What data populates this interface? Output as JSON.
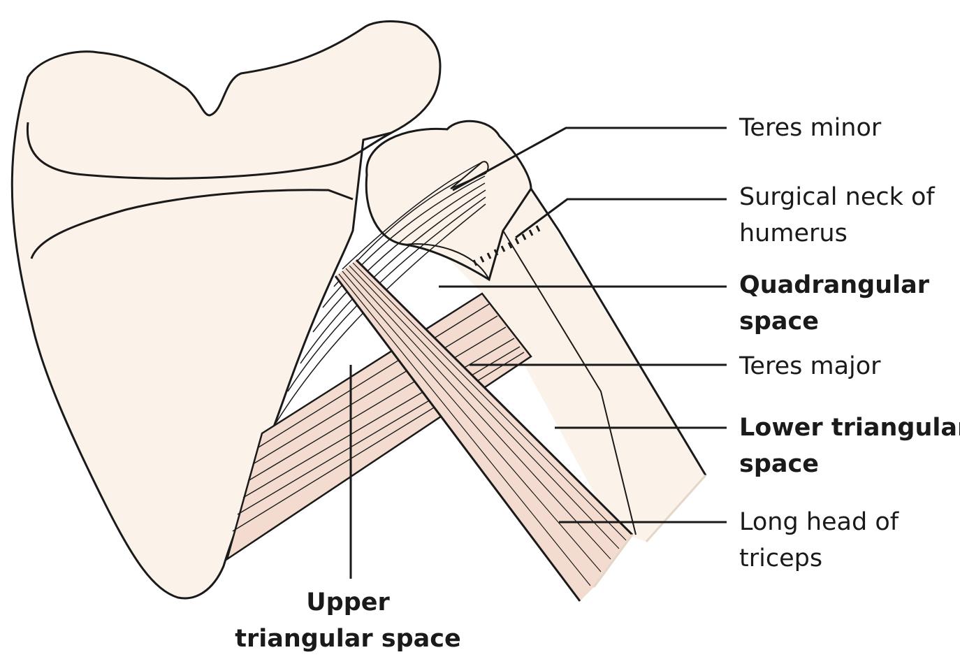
{
  "labels": {
    "teres_minor": "Teres minor",
    "surgical_neck_line1": "Surgical neck of",
    "surgical_neck_line2": "humerus",
    "quadrangular_line1": "Quadrangular",
    "quadrangular_line2": "space",
    "teres_major": "Teres major",
    "lower_triangular_line1": "Lower triangular",
    "lower_triangular_line2": "space",
    "long_head_line1": "Long head of",
    "long_head_line2": "triceps",
    "upper_triangular_line1": "Upper",
    "upper_triangular_line2": "triangular space"
  },
  "colors": {
    "bone_fill": "#fbf3ea",
    "muscle_fill": "#f3dccf",
    "outline": "#1a1a1a",
    "label_text": "#1a1a1a",
    "background": "#ffffff"
  }
}
